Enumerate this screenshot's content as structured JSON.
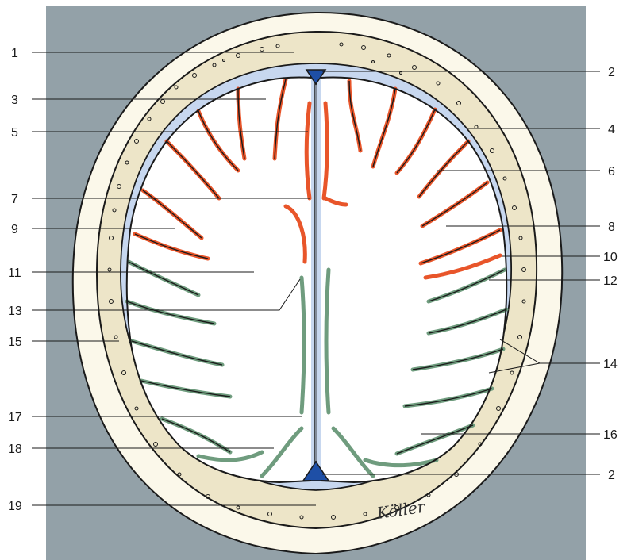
{
  "colors": {
    "background": "#93a1a8",
    "skin": "#fbf8ea",
    "bone": "#ede5c8",
    "csf_space": "#c7d7ef",
    "ventricle": "#1e4fa6",
    "gyrus_frontal": "#e8552a",
    "gyrus_parietal": "#6f9c7e",
    "brain": "#ffffff",
    "outline": "#1a1a1a"
  },
  "signature": "Köller",
  "labels": {
    "left": [
      "1",
      "3",
      "5",
      "7",
      "9",
      "11",
      "13",
      "15",
      "17",
      "18",
      "19"
    ],
    "right": [
      "2",
      "4",
      "6",
      "8",
      "10",
      "12",
      "14",
      "16",
      "2"
    ]
  }
}
